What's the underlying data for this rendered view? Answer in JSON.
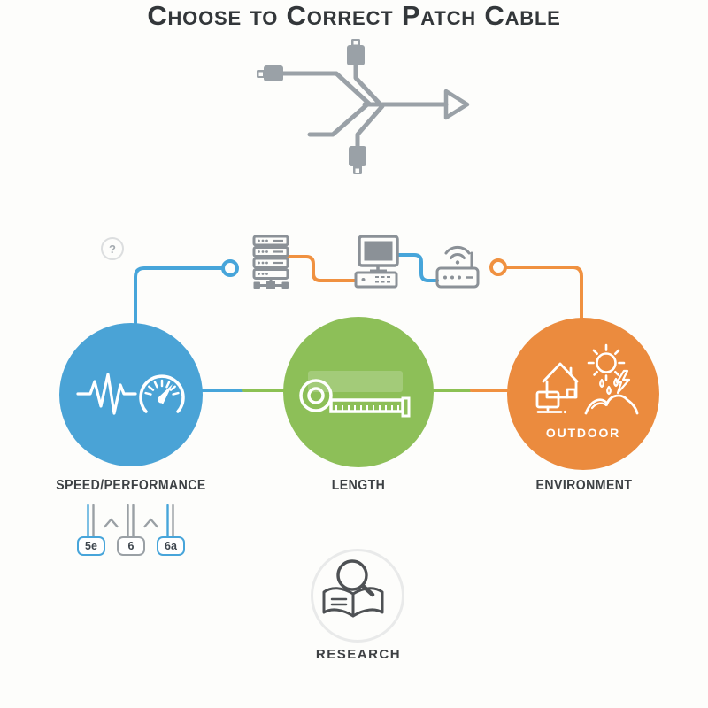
{
  "header": {
    "graphic_icon": "merged-cables-arrow-icon",
    "title": "Choose to Correct Patch Cable"
  },
  "connection_row": {
    "help_label": "?",
    "devices": [
      {
        "icon": "server-rack-icon"
      },
      {
        "icon": "desktop-computer-icon"
      },
      {
        "icon": "wifi-router-icon"
      }
    ],
    "endpoint_icons": [
      "blue-ring-connector-icon",
      "orange-ring-connector-icon"
    ]
  },
  "steps": [
    {
      "label": "SPEED/PERFORMANCE",
      "color": "#4aa3d6",
      "icons": [
        "pulse-waveform-icon",
        "speedometer-icon"
      ]
    },
    {
      "label": "LENGTH",
      "color": "#8dbf58",
      "icons": [
        "tape-measure-icon"
      ]
    },
    {
      "label": "ENVIRONMENT",
      "color": "#eb8b3e",
      "badge": "OUTDOOR",
      "icons": [
        "house-computer-icon",
        "sun-rain-lightning-hills-icon"
      ]
    }
  ],
  "cable_categories": {
    "items": [
      {
        "label": "5e",
        "highlighted": true
      },
      {
        "label": "6",
        "highlighted": false
      },
      {
        "label": "6a",
        "highlighted": true
      }
    ],
    "separator_icon": "caret-up-icon"
  },
  "research": {
    "label": "RESEARCH",
    "icon": "book-magnifier-icon"
  },
  "colors": {
    "blue": "#4aa3d6",
    "green": "#8dbf58",
    "orange": "#eb8b3e",
    "line_blue": "#47a5da",
    "line_green": "#8cc153",
    "line_orange": "#f09140",
    "device_gray": "#8b9197",
    "graphic_gray": "#9aa1a7",
    "text_dark": "#33373a"
  }
}
